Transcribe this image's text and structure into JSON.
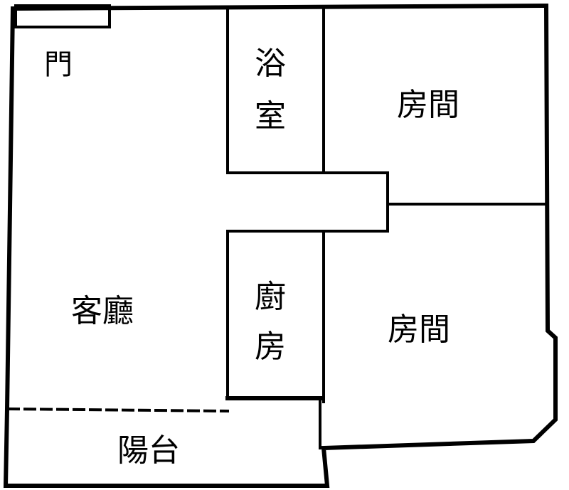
{
  "floorplan": {
    "rooms": {
      "door": "門",
      "bathroom_line1": "浴",
      "bathroom_line2": "室",
      "bedroom_top": "房間",
      "bedroom_bottom": "房間",
      "living_room": "客廳",
      "kitchen_line1": "廚",
      "kitchen_line2": "房",
      "balcony": "陽台"
    },
    "colors": {
      "wall": "#000000",
      "background": "#ffffff"
    }
  }
}
